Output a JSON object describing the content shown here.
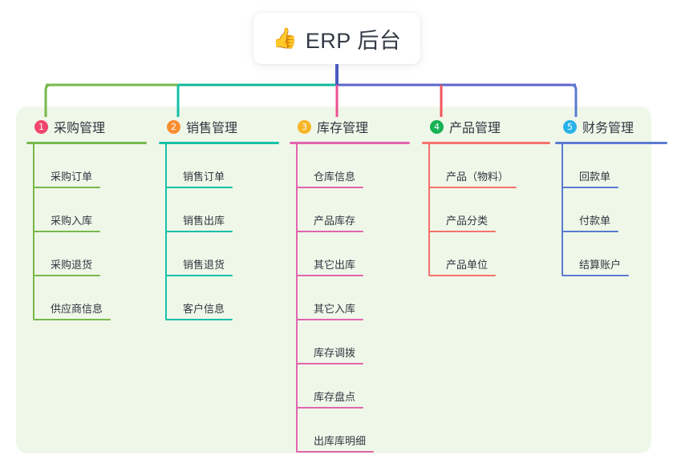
{
  "title": {
    "icon": "thumbs-up-emoji",
    "icon_glyph": "👍",
    "text": "ERP 后台"
  },
  "colors": {
    "panel_bg": "#eff7e9",
    "page_bg": "#ffffff",
    "stem_blue": "#4b5bc0",
    "text": "#2f3740"
  },
  "connector": {
    "segments": [
      {
        "name": "green-segment",
        "color": "#76b94b"
      },
      {
        "name": "teal-segment",
        "color": "#11b89a"
      },
      {
        "name": "blue-segment",
        "color": "#5b64c9"
      }
    ]
  },
  "columns": [
    {
      "number": "1",
      "label": "采购管理",
      "badge_color": "#f2466d",
      "line_color": "#76b94b",
      "drop_color": "#76b94b",
      "items": [
        "采购订单",
        "采购入库",
        "采购退货",
        "供应商信息"
      ]
    },
    {
      "number": "2",
      "label": "销售管理",
      "badge_color": "#f98e30",
      "line_color": "#16c0a8",
      "drop_color": "#16c0a8",
      "items": [
        "销售订单",
        "销售出库",
        "销售退货",
        "客户信息"
      ]
    },
    {
      "number": "3",
      "label": "库存管理",
      "badge_color": "#f6b524",
      "line_color": "#e264ae",
      "drop_color": "#ef4f91",
      "items": [
        "仓库信息",
        "产品库存",
        "其它出库",
        "其它入库",
        "库存调拨",
        "库存盘点",
        "出库库明细"
      ]
    },
    {
      "number": "4",
      "label": "产品管理",
      "badge_color": "#17b254",
      "line_color": "#f4726b",
      "drop_color": "#f2555b",
      "items": [
        "产品（物料）",
        "产品分类",
        "产品单位"
      ]
    },
    {
      "number": "5",
      "label": "财务管理",
      "badge_color": "#2ab3e8",
      "line_color": "#5a7bd0",
      "drop_color": "#5a7bd0",
      "items": [
        "回款单",
        "付款单",
        "结算账户"
      ]
    }
  ]
}
